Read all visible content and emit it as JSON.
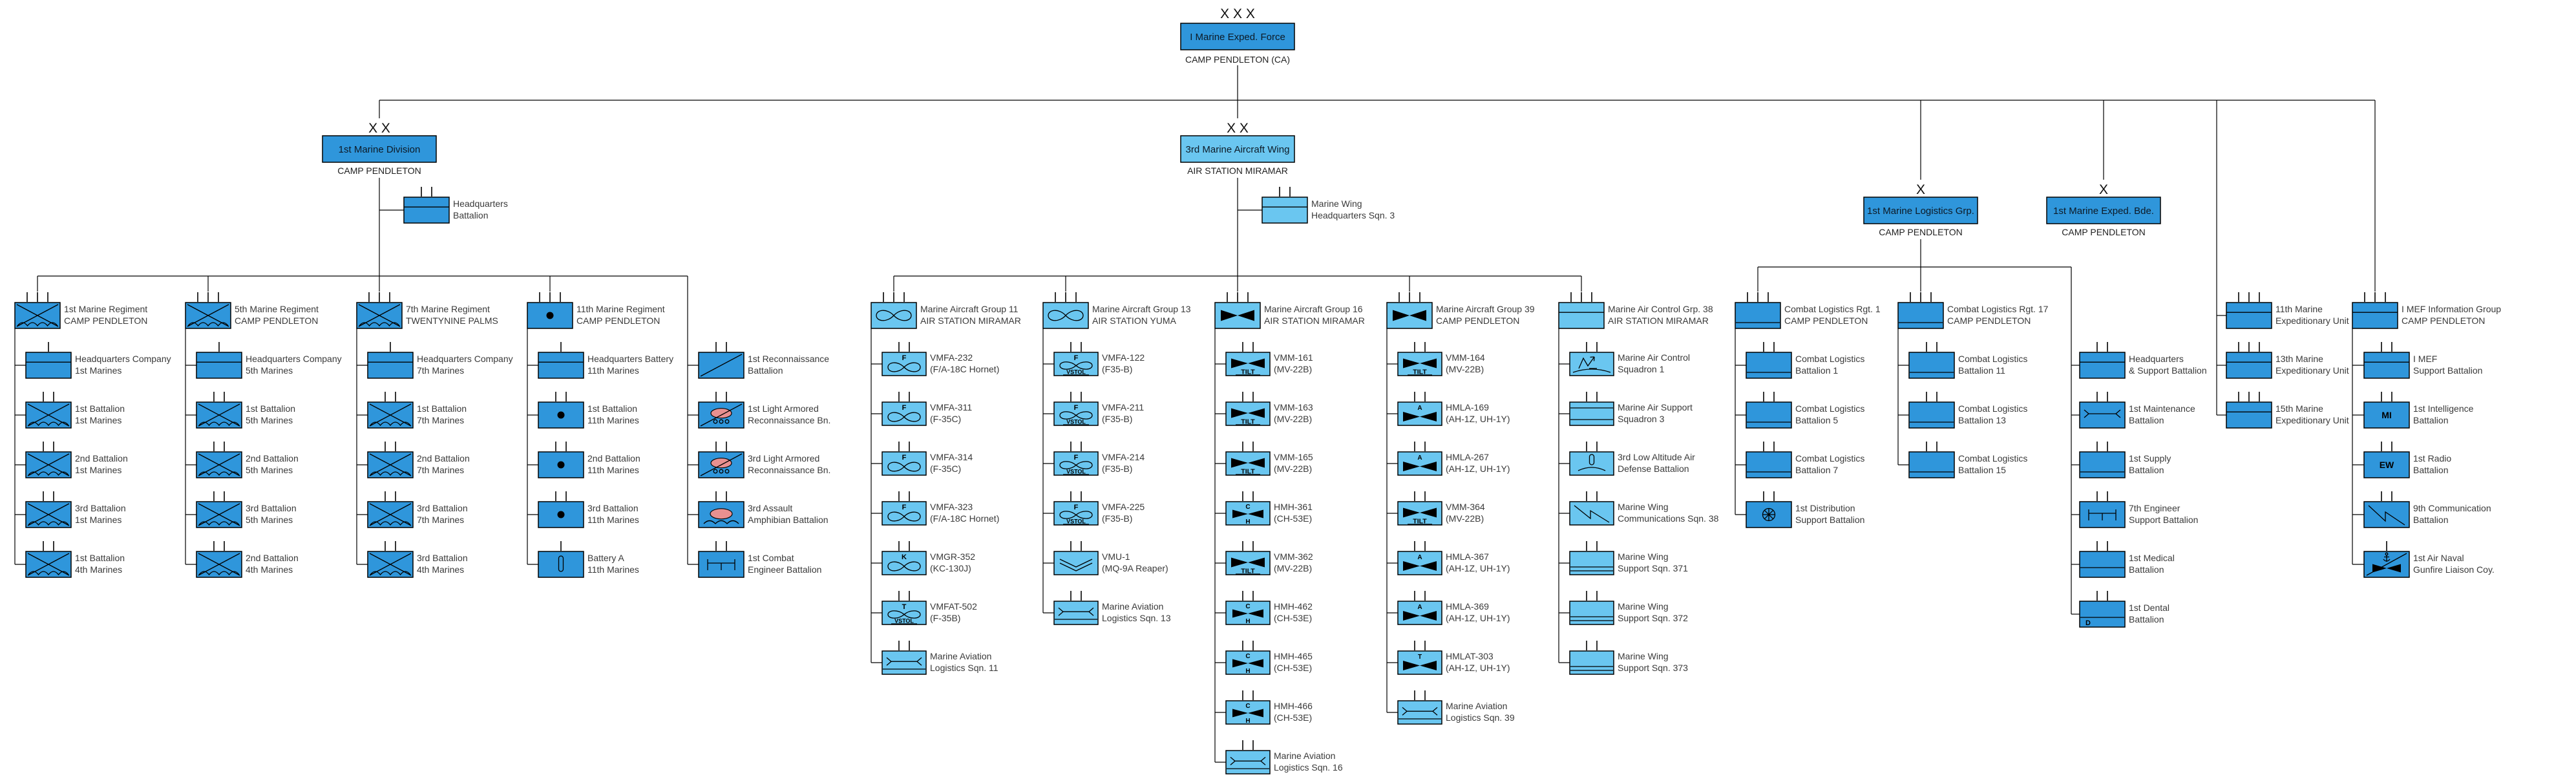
{
  "colors": {
    "ground_blue": "#2F96DB",
    "aviation_blue": "#6AC6F0",
    "vehicle_red": "#E89090",
    "line": "#000000",
    "label_text": "#3A3A3A"
  },
  "root": {
    "echelon_label": "X X X",
    "name": "I Marine Exped. Force",
    "location": "CAMP PENDLETON (CA)"
  },
  "commands": [
    {
      "name": "1st Marine Division",
      "echelon_label": "X X",
      "location": "CAMP PENDLETON",
      "theme": "ground",
      "hq_unit": {
        "lines": [
          "Headquarters",
          "Battalion"
        ],
        "icon": "hq",
        "ticks": 2
      },
      "columns": [
        {
          "header": {
            "lines": [
              "1st Marine Regiment",
              "CAMP PENDLETON"
            ],
            "icon": "infantry",
            "ticks": 3
          },
          "units": [
            {
              "lines": [
                "Headquarters Company",
                "1st Marines"
              ],
              "icon": "hq",
              "ticks": 1
            },
            {
              "lines": [
                "1st Battalion",
                "1st Marines"
              ],
              "icon": "infantry",
              "ticks": 2
            },
            {
              "lines": [
                "2nd Battalion",
                "1st Marines"
              ],
              "icon": "infantry",
              "ticks": 2
            },
            {
              "lines": [
                "3rd Battalion",
                "1st Marines"
              ],
              "icon": "infantry",
              "ticks": 2
            },
            {
              "lines": [
                "1st Battalion",
                "4th Marines"
              ],
              "icon": "infantry",
              "ticks": 2
            }
          ]
        },
        {
          "header": {
            "lines": [
              "5th Marine Regiment",
              "CAMP PENDLETON"
            ],
            "icon": "infantry",
            "ticks": 3
          },
          "units": [
            {
              "lines": [
                "Headquarters Company",
                "5th Marines"
              ],
              "icon": "hq",
              "ticks": 1
            },
            {
              "lines": [
                "1st Battalion",
                "5th Marines"
              ],
              "icon": "infantry",
              "ticks": 2
            },
            {
              "lines": [
                "2nd Battalion",
                "5th Marines"
              ],
              "icon": "infantry",
              "ticks": 2
            },
            {
              "lines": [
                "3rd Battalion",
                "5th Marines"
              ],
              "icon": "infantry",
              "ticks": 2
            },
            {
              "lines": [
                "2nd Battalion",
                "4th Marines"
              ],
              "icon": "infantry",
              "ticks": 2
            }
          ]
        },
        {
          "header": {
            "lines": [
              "7th Marine Regiment",
              "TWENTYNINE PALMS"
            ],
            "icon": "infantry",
            "ticks": 3
          },
          "units": [
            {
              "lines": [
                "Headquarters Company",
                "7th Marines"
              ],
              "icon": "hq",
              "ticks": 1
            },
            {
              "lines": [
                "1st Battalion",
                "7th Marines"
              ],
              "icon": "infantry",
              "ticks": 2
            },
            {
              "lines": [
                "2nd Battalion",
                "7th Marines"
              ],
              "icon": "infantry",
              "ticks": 2
            },
            {
              "lines": [
                "3rd Battalion",
                "7th Marines"
              ],
              "icon": "infantry",
              "ticks": 2
            },
            {
              "lines": [
                "3rd Battalion",
                "4th Marines"
              ],
              "icon": "infantry",
              "ticks": 2
            }
          ]
        },
        {
          "header": {
            "lines": [
              "11th Marine Regiment",
              "CAMP PENDLETON"
            ],
            "icon": "artillery",
            "ticks": 3
          },
          "units": [
            {
              "lines": [
                "Headquarters Battery",
                "11th Marines"
              ],
              "icon": "hq",
              "ticks": 1
            },
            {
              "lines": [
                "1st Battalion",
                "11th Marines"
              ],
              "icon": "artillery",
              "ticks": 2
            },
            {
              "lines": [
                "2nd Battalion",
                "11th Marines"
              ],
              "icon": "artillery",
              "ticks": 2
            },
            {
              "lines": [
                "3rd Battalion",
                "11th Marines"
              ],
              "icon": "artillery",
              "ticks": 2
            },
            {
              "lines": [
                "Battery A",
                "11th Marines"
              ],
              "icon": "gun",
              "ticks": 1
            }
          ]
        },
        {
          "header": null,
          "units": [
            {
              "lines": [
                "1st Reconnaissance",
                "Battalion"
              ],
              "icon": "recon",
              "ticks": 2
            },
            {
              "lines": [
                "1st Light Armored",
                "Reconnaissance Bn."
              ],
              "icon": "lar",
              "ticks": 2
            },
            {
              "lines": [
                "3rd Light Armored",
                "Reconnaissance Bn."
              ],
              "icon": "lar",
              "ticks": 2
            },
            {
              "lines": [
                "3rd Assault",
                "Amphibian Battalion"
              ],
              "icon": "aav",
              "ticks": 2
            },
            {
              "lines": [
                "1st Combat",
                "Engineer Battalion"
              ],
              "icon": "eng",
              "ticks": 2
            }
          ]
        }
      ]
    },
    {
      "name": "3rd Marine Aircraft Wing",
      "echelon_label": "X X",
      "location": "AIR STATION MIRAMAR",
      "theme": "aviation",
      "hq_unit": {
        "lines": [
          "Marine Wing",
          "Headquarters Sqn. 3"
        ],
        "icon": "hq",
        "ticks": 2
      },
      "columns": [
        {
          "header": {
            "lines": [
              "Marine Aircraft Group 11",
              "AIR STATION MIRAMAR"
            ],
            "icon": "fw",
            "ticks": 3
          },
          "units": [
            {
              "lines": [
                "VMFA-232",
                "(F/A-18C Hornet)"
              ],
              "icon": "fw-F",
              "ticks": 2
            },
            {
              "lines": [
                "VMFA-311",
                "(F-35C)"
              ],
              "icon": "fw-F",
              "ticks": 2
            },
            {
              "lines": [
                "VMFA-314",
                "(F-35C)"
              ],
              "icon": "fw-F",
              "ticks": 2
            },
            {
              "lines": [
                "VMFA-323",
                "(F/A-18C Hornet)"
              ],
              "icon": "fw-F",
              "ticks": 2
            },
            {
              "lines": [
                "VMGR-352",
                "(KC-130J)"
              ],
              "icon": "fw-K",
              "ticks": 2
            },
            {
              "lines": [
                "VMFAT-502",
                "(F-35B)"
              ],
              "icon": "fw-T-vstol",
              "ticks": 2
            },
            {
              "lines": [
                "Marine Aviation",
                "Logistics Sqn. 11"
              ],
              "icon": "avlog",
              "ticks": 2
            }
          ]
        },
        {
          "header": {
            "lines": [
              "Marine Aircraft Group 13",
              "AIR STATION YUMA"
            ],
            "icon": "fw",
            "ticks": 3
          },
          "units": [
            {
              "lines": [
                "VMFA-122",
                "(F35-B)"
              ],
              "icon": "fw-F-vstol",
              "ticks": 2
            },
            {
              "lines": [
                "VMFA-211",
                "(F35-B)"
              ],
              "icon": "fw-F-vstol",
              "ticks": 2
            },
            {
              "lines": [
                "VMFA-214",
                "(F35-B)"
              ],
              "icon": "fw-F-vstol",
              "ticks": 2
            },
            {
              "lines": [
                "VMFA-225",
                "(F35-B)"
              ],
              "icon": "fw-F-vstol",
              "ticks": 2
            },
            {
              "lines": [
                "VMU-1",
                "(MQ-9A Reaper)"
              ],
              "icon": "uav",
              "ticks": 2
            },
            {
              "lines": [
                "Marine Aviation",
                "Logistics Sqn. 13"
              ],
              "icon": "avlog",
              "ticks": 2
            }
          ]
        },
        {
          "header": {
            "lines": [
              "Marine Aircraft Group 16",
              "AIR STATION MIRAMAR"
            ],
            "icon": "rotary",
            "ticks": 3
          },
          "units": [
            {
              "lines": [
                "VMM-161",
                "(MV-22B)"
              ],
              "icon": "tilt",
              "ticks": 2
            },
            {
              "lines": [
                "VMM-163",
                "(MV-22B)"
              ],
              "icon": "tilt",
              "ticks": 2
            },
            {
              "lines": [
                "VMM-165",
                "(MV-22B)"
              ],
              "icon": "tilt",
              "ticks": 2
            },
            {
              "lines": [
                "HMH-361",
                "(CH-53E)"
              ],
              "icon": "heli-C-H",
              "ticks": 2
            },
            {
              "lines": [
                "VMM-362",
                "(MV-22B)"
              ],
              "icon": "tilt",
              "ticks": 2
            },
            {
              "lines": [
                "HMH-462",
                "(CH-53E)"
              ],
              "icon": "heli-C-H",
              "ticks": 2
            },
            {
              "lines": [
                "HMH-465",
                "(CH-53E)"
              ],
              "icon": "heli-C-H",
              "ticks": 2
            },
            {
              "lines": [
                "HMH-466",
                "(CH-53E)"
              ],
              "icon": "heli-C-H",
              "ticks": 2
            },
            {
              "lines": [
                "Marine Aviation",
                "Logistics Sqn. 16"
              ],
              "icon": "avlog",
              "ticks": 2
            }
          ]
        },
        {
          "header": {
            "lines": [
              "Marine Aircraft Group 39",
              "CAMP PENDLETON"
            ],
            "icon": "rotary",
            "ticks": 3
          },
          "units": [
            {
              "lines": [
                "VMM-164",
                "(MV-22B)"
              ],
              "icon": "tilt",
              "ticks": 2
            },
            {
              "lines": [
                "HMLA-169",
                "(AH-1Z, UH-1Y)"
              ],
              "icon": "heli-A",
              "ticks": 2
            },
            {
              "lines": [
                "HMLA-267",
                "(AH-1Z, UH-1Y)"
              ],
              "icon": "heli-A",
              "ticks": 2
            },
            {
              "lines": [
                "VMM-364",
                "(MV-22B)"
              ],
              "icon": "tilt",
              "ticks": 2
            },
            {
              "lines": [
                "HMLA-367",
                "(AH-1Z, UH-1Y)"
              ],
              "icon": "heli-A",
              "ticks": 2
            },
            {
              "lines": [
                "HMLA-369",
                "(AH-1Z, UH-1Y)"
              ],
              "icon": "heli-A",
              "ticks": 2
            },
            {
              "lines": [
                "HMLAT-303",
                "(AH-1Z, UH-1Y)"
              ],
              "icon": "heli-T",
              "ticks": 2
            },
            {
              "lines": [
                "Marine Aviation",
                "Logistics Sqn. 39"
              ],
              "icon": "avlog",
              "ticks": 2
            }
          ]
        },
        {
          "header": {
            "lines": [
              "Marine Air Control Grp. 38",
              "AIR STATION MIRAMAR"
            ],
            "icon": "hq",
            "ticks": 3
          },
          "units": [
            {
              "lines": [
                "Marine Air Control",
                "Squadron 1"
              ],
              "icon": "macs",
              "ticks": 2
            },
            {
              "lines": [
                "Marine Air Support",
                "Squadron 3"
              ],
              "icon": "mass",
              "ticks": 2
            },
            {
              "lines": [
                "3rd Low Altitude Air",
                "Defense Battalion"
              ],
              "icon": "laad",
              "ticks": 2
            },
            {
              "lines": [
                "Marine Wing",
                "Communications Sqn. 38"
              ],
              "icon": "comm",
              "ticks": 2
            },
            {
              "lines": [
                "Marine Wing",
                "Support Sqn. 371"
              ],
              "icon": "mws",
              "ticks": 2
            },
            {
              "lines": [
                "Marine Wing",
                "Support Sqn. 372"
              ],
              "icon": "mws",
              "ticks": 2
            },
            {
              "lines": [
                "Marine Wing",
                "Support Sqn. 373"
              ],
              "icon": "mws",
              "ticks": 2
            }
          ]
        }
      ]
    },
    {
      "name": "1st Marine Logistics Grp.",
      "echelon_label": "X",
      "location": "CAMP PENDLETON",
      "theme": "ground",
      "columns": [
        {
          "header": {
            "lines": [
              "Combat Logistics Rgt. 1",
              "CAMP PENDLETON"
            ],
            "icon": "log",
            "ticks": 3
          },
          "units": [
            {
              "lines": [
                "Combat Logistics",
                "Battalion 1"
              ],
              "icon": "log",
              "ticks": 2
            },
            {
              "lines": [
                "Combat Logistics",
                "Battalion 5"
              ],
              "icon": "log",
              "ticks": 2
            },
            {
              "lines": [
                "Combat Logistics",
                "Battalion 7"
              ],
              "icon": "log",
              "ticks": 2
            },
            {
              "lines": [
                "1st Distribution",
                "Support Battalion"
              ],
              "icon": "dist",
              "ticks": 2
            }
          ]
        },
        {
          "header": {
            "lines": [
              "Combat Logistics Rgt. 17",
              "CAMP PENDLETON"
            ],
            "icon": "log",
            "ticks": 3
          },
          "units": [
            {
              "lines": [
                "Combat Logistics",
                "Battalion 11"
              ],
              "icon": "log",
              "ticks": 2
            },
            {
              "lines": [
                "Combat Logistics",
                "Battalion 13"
              ],
              "icon": "log",
              "ticks": 2
            },
            {
              "lines": [
                "Combat Logistics",
                "Battalion 15"
              ],
              "icon": "log",
              "ticks": 2
            }
          ]
        },
        {
          "header": null,
          "units": [
            {
              "lines": [
                "Headquarters",
                "& Support Battalion"
              ],
              "icon": "hq",
              "ticks": 2
            },
            {
              "lines": [
                "1st Maintenance",
                "Battalion"
              ],
              "icon": "maint",
              "ticks": 2
            },
            {
              "lines": [
                "1st Supply",
                "Battalion"
              ],
              "icon": "log",
              "ticks": 2
            },
            {
              "lines": [
                "7th Engineer",
                "Support Battalion"
              ],
              "icon": "eng",
              "ticks": 2
            },
            {
              "lines": [
                "1st Medical",
                "Battalion"
              ],
              "icon": "medical",
              "ticks": 2
            },
            {
              "lines": [
                "1st Dental",
                "Battalion"
              ],
              "icon": "dental",
              "ticks": 2
            }
          ]
        }
      ]
    },
    {
      "name": "1st Marine Exped. Bde.",
      "echelon_label": "X",
      "location": "CAMP PENDLETON",
      "theme": "ground",
      "columns": []
    }
  ],
  "meu_column": {
    "units": [
      {
        "lines": [
          "11th Marine",
          "Expeditionary Unit"
        ],
        "icon": "hq",
        "ticks": 3
      },
      {
        "lines": [
          "13th Marine",
          "Expeditionary Unit"
        ],
        "icon": "hq",
        "ticks": 3
      },
      {
        "lines": [
          "15th Marine",
          "Expeditionary Unit"
        ],
        "icon": "hq",
        "ticks": 3
      }
    ]
  },
  "info_group": {
    "header": {
      "lines": [
        "I MEF Information Group",
        "CAMP PENDLETON"
      ],
      "icon": "hq",
      "ticks": 3
    },
    "units": [
      {
        "lines": [
          "I MEF",
          "Support Battalion"
        ],
        "icon": "hq",
        "ticks": 2
      },
      {
        "lines": [
          "1st Intelligence",
          "Battalion"
        ],
        "icon": "mi",
        "ticks": 2
      },
      {
        "lines": [
          "1st Radio",
          "Battalion"
        ],
        "icon": "ew",
        "ticks": 2
      },
      {
        "lines": [
          "9th Communication",
          "Battalion"
        ],
        "icon": "comm",
        "ticks": 2
      },
      {
        "lines": [
          "1st Air Naval",
          "Gunfire Liaison Coy."
        ],
        "icon": "anglico",
        "ticks": 1
      }
    ]
  }
}
